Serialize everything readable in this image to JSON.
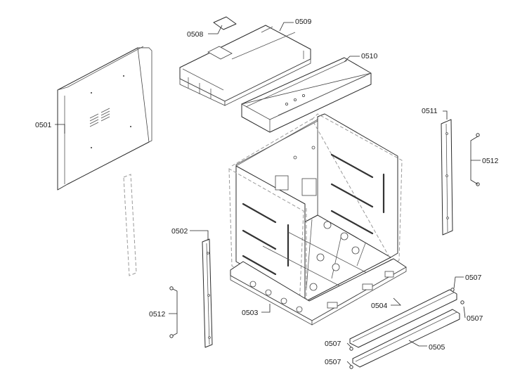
{
  "labels": {
    "p0501": "0501",
    "p0502": "0502",
    "p0503": "0503",
    "p0504": "0504",
    "p0505": "0505",
    "p0507a": "0507",
    "p0507b": "0507",
    "p0507c": "0507",
    "p0507d": "0507",
    "p0508": "0508",
    "p0509": "0509",
    "p0510": "0510",
    "p0511": "0511",
    "p0512a": "0512",
    "p0512b": "0512"
  }
}
